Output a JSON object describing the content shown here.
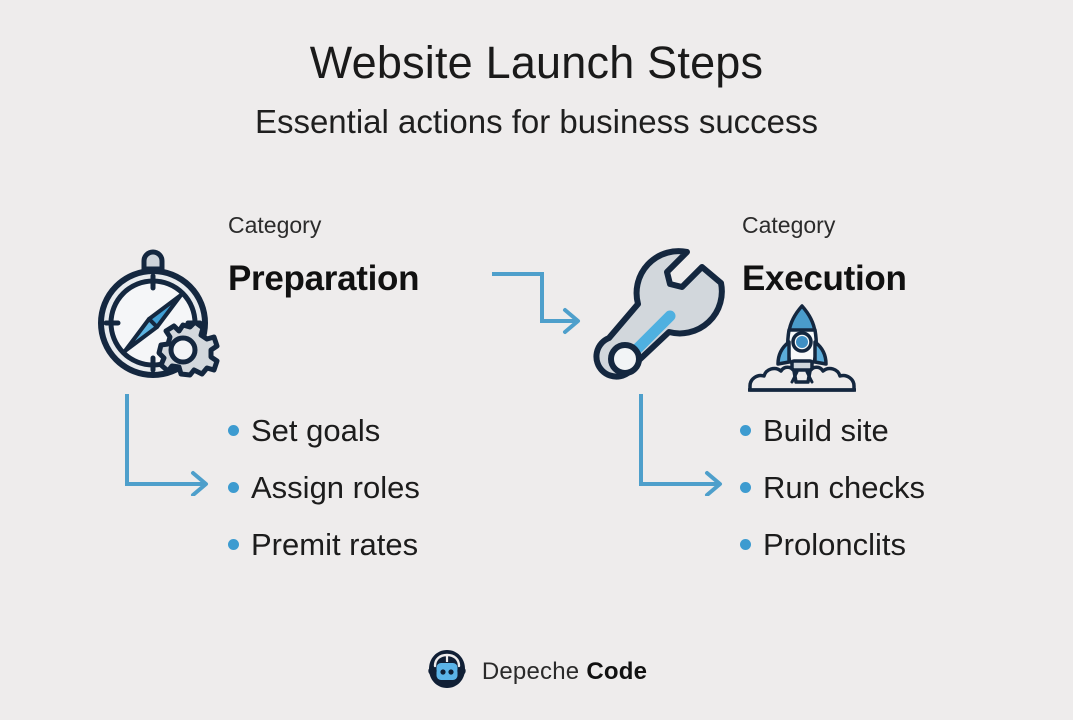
{
  "header": {
    "title": "Website Launch Steps",
    "subtitle": "Essential actions for business success"
  },
  "columns": [
    {
      "id": "preparation",
      "category_label": "Category",
      "category_name": "Preparation",
      "icon": "compass-gear-icon",
      "bullets": [
        "Set goals",
        "Assign roles",
        "Premit rates"
      ]
    },
    {
      "id": "execution",
      "category_label": "Category",
      "category_name": "Execution",
      "icon": "wrench-icon",
      "secondary_icon": "rocket-launch-icon",
      "bullets": [
        "Build site",
        "Run checks",
        "Prolonclits"
      ]
    }
  ],
  "connectors": {
    "step_arrow": "step-down-arrow-icon",
    "elbow_left": "elbow-arrow-icon",
    "elbow_right": "elbow-arrow-icon"
  },
  "brand": {
    "logo": "robot-head-logo-icon",
    "word_1": "Depeche",
    "word_2": "Code"
  },
  "colors": {
    "background": "#eeecec",
    "accent_blue": "#3d9bd0",
    "arrow_blue": "#4e9fcb",
    "icon_navy": "#14273f",
    "icon_silver": "#ced4da",
    "logo_navy": "#101f35",
    "logo_face": "#5bb4e8",
    "text_dark": "#1a1a1a"
  }
}
